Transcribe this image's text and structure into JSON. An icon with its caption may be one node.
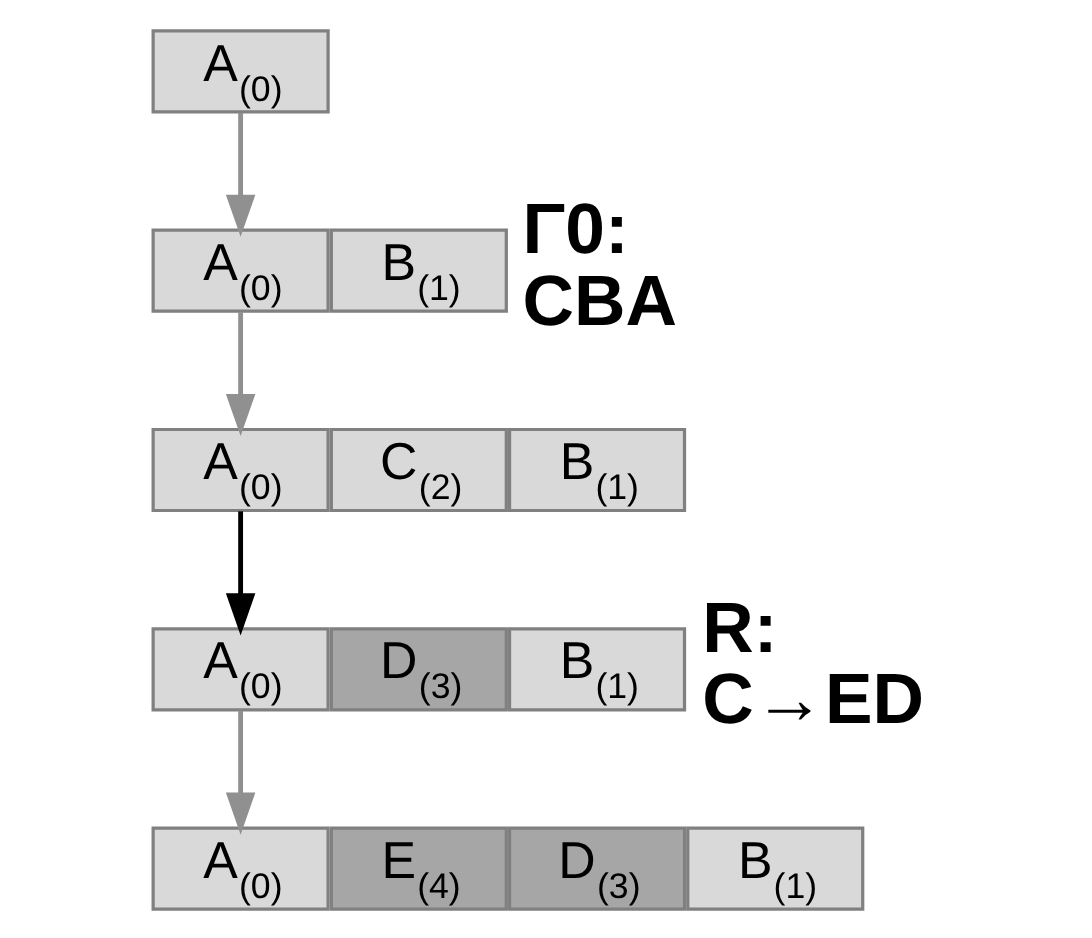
{
  "diagram": {
    "nodes": [
      {
        "text": [
          "A$_{(0)}$"
        ]
      },
      {
        "text": [
          "B$_{(1)}$"
        ]
      },
      {
        "text": [
          "A$_{(0)}$"
        ]
      },
      {
        "text": [
          "C$_{(2)}$"
        ]
      },
      {
        "text": [
          "B$_{(1)}$"
        ]
      },
      {
        "text": [
          "A$_{(0)}$"
        ]
      },
      {
        "text": [
          "D$_{(3)}$"
        ]
      },
      {
        "text": [
          "B$_{(1)}$"
        ]
      },
      {
        "text": [
          "A$_{(0)}$"
        ]
      },
      {
        "text": [
          "E$_{(4)}$"
        ]
      },
      {
        "text": [
          "D$_{(3)}$"
        ]
      },
      {
        "text": [
          "B$_{(1)}$"
        ]
      },
      {
        "text": [
          "A$_{(0)}$"
        ]
      }
    ],
    "edges": [
      {
        "from": 0,
        "to": 2,
        "arrow": "to"
      },
      {
        "from": 2,
        "to": 5,
        "arrow": "to"
      },
      {
        "from": 5,
        "to": 8,
        "arrow": "to",
        "color": "#000000"
      },
      {
        "from": 8,
        "to": 12,
        "arrow": "to"
      }
    ],
    "labels": [
      "Γ0: CBA",
      "R: C→ED"
    ]
  }
}
